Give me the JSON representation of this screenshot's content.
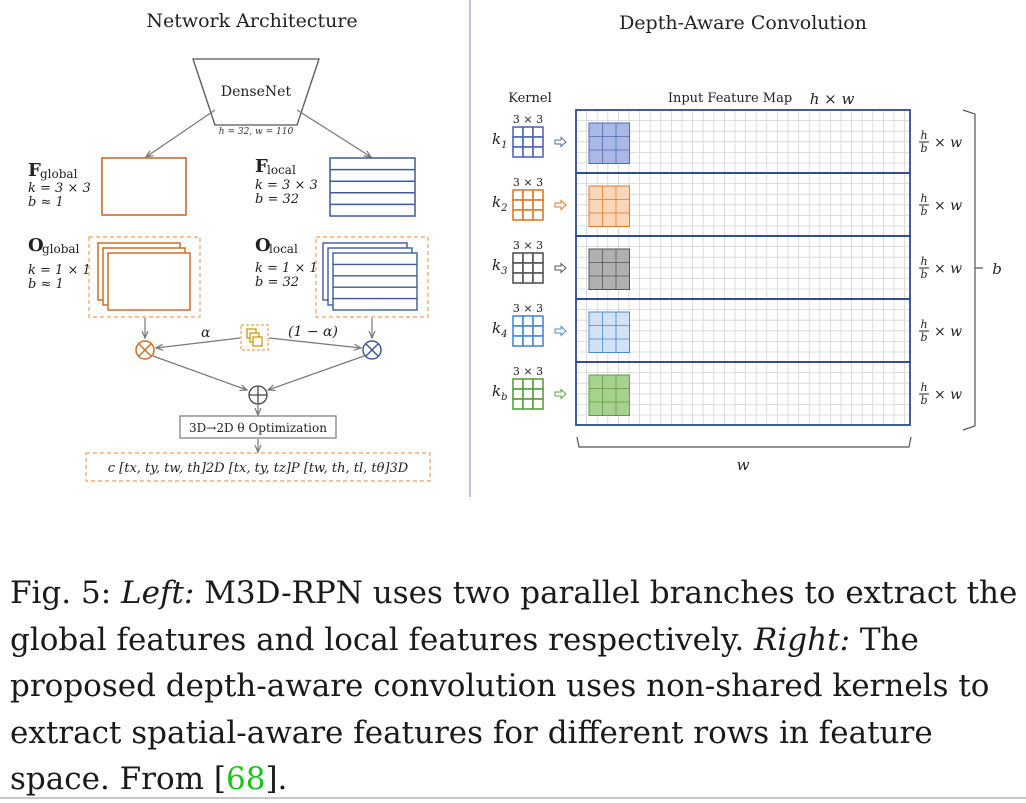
{
  "left_panel": {
    "title": "Network Architecture",
    "densenet": {
      "label": "DenseNet",
      "params": "h = 32, w = 110"
    },
    "f_global": {
      "symbol": "F",
      "sub": "global",
      "k": "k = 3 × 3",
      "b": "b ≈ 1"
    },
    "f_local": {
      "symbol": "F",
      "sub": "local",
      "k": "k = 3 × 3",
      "b": "b = 32"
    },
    "o_global": {
      "symbol": "O",
      "sub": "global",
      "k": "k = 1 × 1",
      "b": "b ≈ 1"
    },
    "o_local": {
      "symbol": "O",
      "sub": "local",
      "k": "k = 1 × 1",
      "b": "b = 32"
    },
    "alpha": "α",
    "one_minus_alpha": "(1 − α)",
    "optimization": "3D→2D θ Optimization",
    "output": "c  [tx, ty, tw, th]2D   [tx, ty, tz]P   [tw, th, tl, tθ]3D",
    "colors": {
      "global": "#cc6e2c",
      "local": "#3f5a9a",
      "dashed": "#f0a060"
    }
  },
  "right_panel": {
    "title": "Depth-Aware Convolution",
    "kernel_header": "Kernel",
    "feature_map_header": "Input Feature Map",
    "feature_map_dims": "h × w",
    "kernels": [
      {
        "id": "k1",
        "size": "3 × 3",
        "color": "#5068b8",
        "fill": "#aab8e6",
        "row_dims": "h/b × w"
      },
      {
        "id": "k2",
        "size": "3 × 3",
        "color": "#e07a2c",
        "fill": "#f9d6b8",
        "row_dims": "h/b × w"
      },
      {
        "id": "k3",
        "size": "3 × 3",
        "color": "#555555",
        "fill": "#b0b0b0",
        "row_dims": "h/b × w"
      },
      {
        "id": "k4",
        "size": "3 × 3",
        "color": "#4a8ad0",
        "fill": "#d2e2f4",
        "row_dims": "h/b × w"
      },
      {
        "id": "kb",
        "size": "3 × 3",
        "color": "#5aa040",
        "fill": "#a8d08e",
        "row_dims": "h/b × w"
      }
    ],
    "b_label": "b",
    "w_label": "w"
  },
  "caption": {
    "fig_label": "Fig. 5:",
    "left_label": "Left:",
    "left_text": "M3D-RPN uses two parallel branches to extract the global features and local features respectively.",
    "right_label": "Right:",
    "right_text": "The proposed depth-aware convolution uses non-shared kernels to extract spatial-aware features for different rows in feature space. From [",
    "citation": "68",
    "end": "]."
  }
}
